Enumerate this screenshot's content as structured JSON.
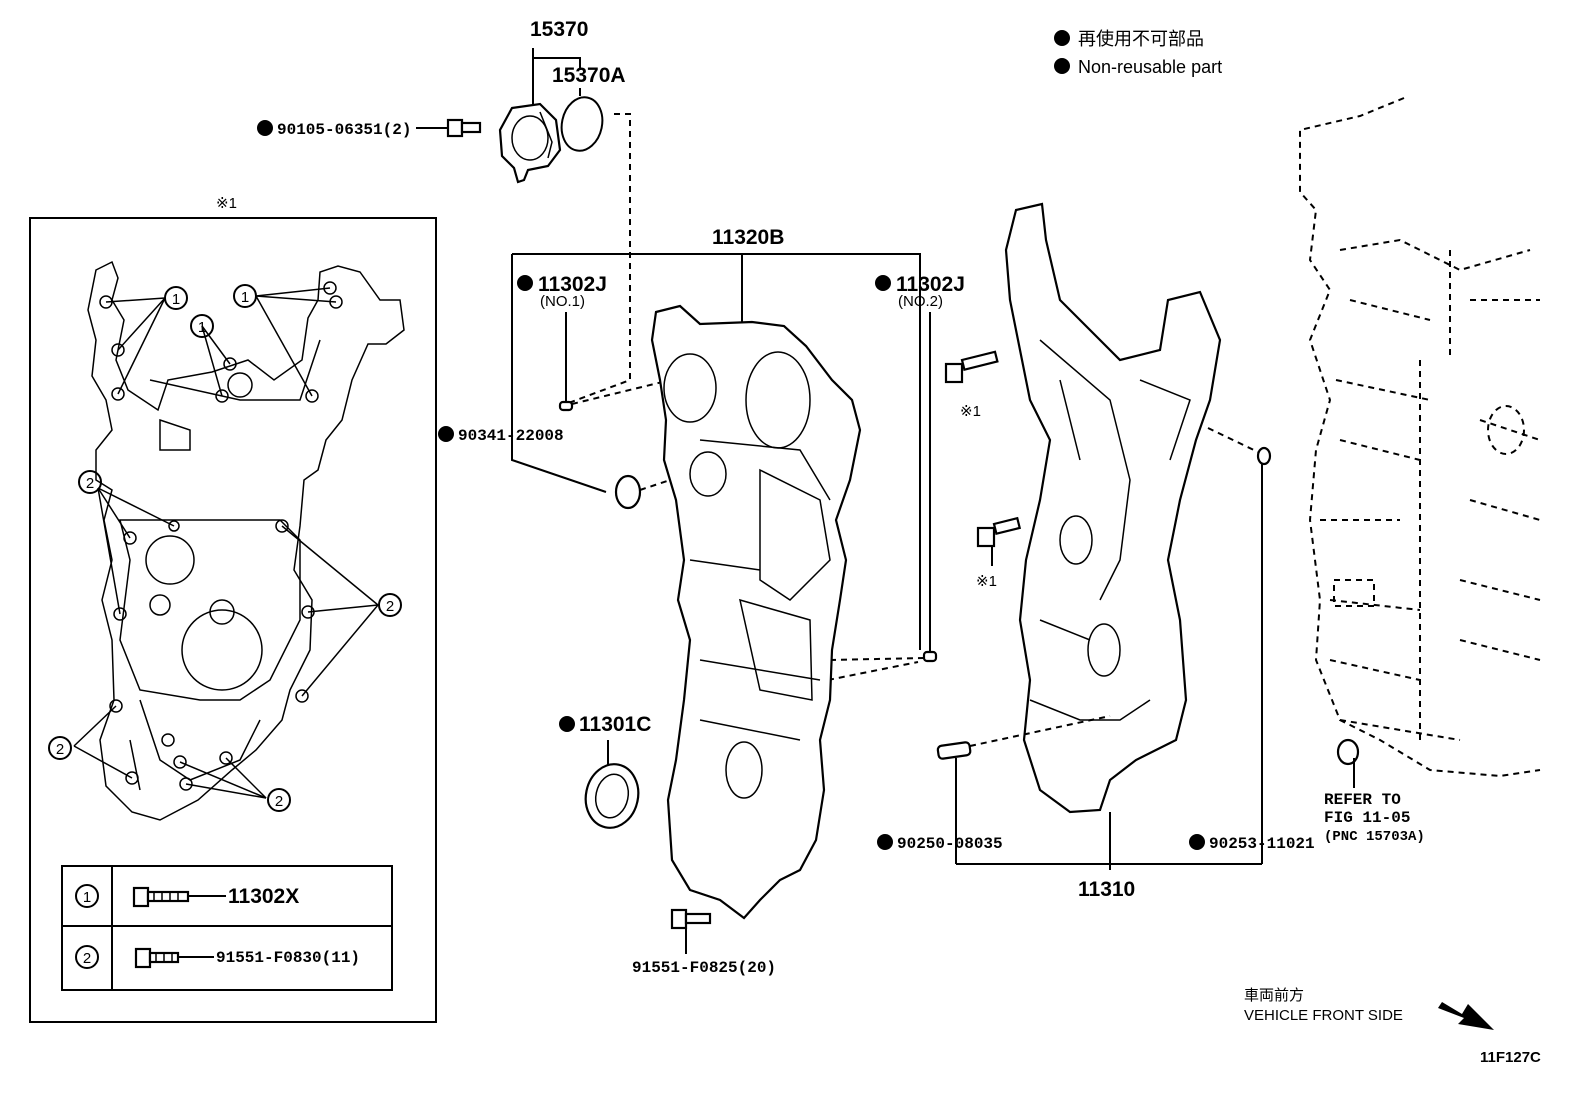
{
  "legend": {
    "line_jp": "再使用不可部品",
    "line_en": "Non-reusable part"
  },
  "inset": {
    "marker": "※1",
    "legend_rows": [
      {
        "circle": "1",
        "part": "11302X"
      },
      {
        "circle": "2",
        "part": "91551-F0830(11)"
      }
    ],
    "callouts": {
      "one": "1",
      "two": "2"
    }
  },
  "parts": {
    "p15370": "15370",
    "p15370A": "15370A",
    "p90105": "90105-06351(2)",
    "p11320B": "11320B",
    "p11302J_1": "11302J",
    "p11302J_1_sub": "(NO.1)",
    "p11302J_2": "11302J",
    "p11302J_2_sub": "(NO.2)",
    "p90341": "90341-22008",
    "p11301C": "11301C",
    "p91551_F0825": "91551-F0825(20)",
    "p90250": "90250-08035",
    "p90253": "90253-11021",
    "p11310": "11310",
    "mark1_a": "※1",
    "mark1_b": "※1"
  },
  "refer": {
    "line1": "REFER TO",
    "line2": "FIG 11-05",
    "line3": "(PNC 15703A)"
  },
  "direction": {
    "jp": "車両前方",
    "en": "VEHICLE FRONT SIDE"
  },
  "figure_id": "11F127C"
}
